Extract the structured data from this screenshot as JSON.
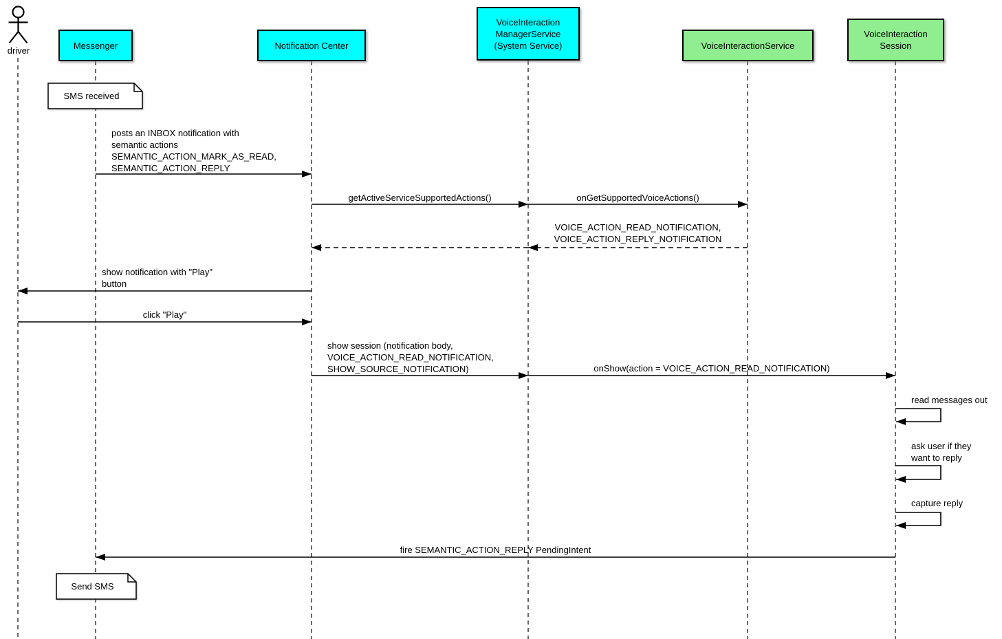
{
  "diagram": {
    "actor": {
      "label": "driver"
    },
    "participants": [
      {
        "id": "messenger",
        "label": "Messenger",
        "type": "app"
      },
      {
        "id": "notification-center",
        "label": "Notification Center",
        "type": "app"
      },
      {
        "id": "voice-interaction-manager-service",
        "label": "VoiceInteraction\nManagerService\n(System Service)",
        "type": "app"
      },
      {
        "id": "voice-interaction-service",
        "label": "VoiceInteractionService",
        "type": "service"
      },
      {
        "id": "voice-interaction-session",
        "label": "VoiceInteraction\nSession",
        "type": "service"
      }
    ],
    "colors": {
      "app_fill": "#00ffff",
      "service_fill": "#90ee90",
      "note_fill": "#ffffff",
      "line": "#000000"
    },
    "notes": [
      {
        "text": "SMS received"
      },
      {
        "text": "Send SMS"
      }
    ],
    "messages": [
      {
        "text": "posts an INBOX notification with\nsemantic actions\nSEMANTIC_ACTION_MARK_AS_READ,\nSEMANTIC_ACTION_REPLY",
        "from": "Messenger",
        "to": "Notification Center",
        "style": "solid"
      },
      {
        "text": "getActiveServiceSupportedActions()",
        "from": "Notification Center",
        "to": "VoiceInteractionManagerService",
        "style": "solid"
      },
      {
        "text": "onGetSupportedVoiceActions()",
        "from": "VoiceInteractionManagerService",
        "to": "VoiceInteractionService",
        "style": "solid"
      },
      {
        "text": "VOICE_ACTION_READ_NOTIFICATION,\nVOICE_ACTION_REPLY_NOTIFICATION",
        "from": "VoiceInteractionService",
        "to": "VoiceInteractionManagerService",
        "style": "dashed"
      },
      {
        "text": "",
        "from": "VoiceInteractionManagerService",
        "to": "Notification Center",
        "style": "dashed"
      },
      {
        "text": "show notification with \"Play\"\nbutton",
        "from": "Notification Center",
        "to": "driver",
        "style": "solid"
      },
      {
        "text": "click \"Play\"",
        "from": "driver",
        "to": "Notification Center",
        "style": "solid"
      },
      {
        "text": "show session (notification body,\nVOICE_ACTION_READ_NOTIFICATION,\nSHOW_SOURCE_NOTIFICATION)",
        "from": "Notification Center",
        "to": "VoiceInteractionManagerService",
        "style": "solid"
      },
      {
        "text": "onShow(action = VOICE_ACTION_READ_NOTIFICATION)",
        "from": "VoiceInteractionManagerService",
        "to": "VoiceInteractionSession",
        "style": "solid"
      },
      {
        "text": "read messages out",
        "from": "VoiceInteractionSession",
        "to": "VoiceInteractionSession",
        "style": "self"
      },
      {
        "text": "ask user if they\nwant to reply",
        "from": "VoiceInteractionSession",
        "to": "VoiceInteractionSession",
        "style": "self"
      },
      {
        "text": "capture reply",
        "from": "VoiceInteractionSession",
        "to": "VoiceInteractionSession",
        "style": "self"
      },
      {
        "text": "fire SEMANTIC_ACTION_REPLY PendingIntent",
        "from": "VoiceInteractionSession",
        "to": "Messenger",
        "style": "solid"
      }
    ]
  }
}
